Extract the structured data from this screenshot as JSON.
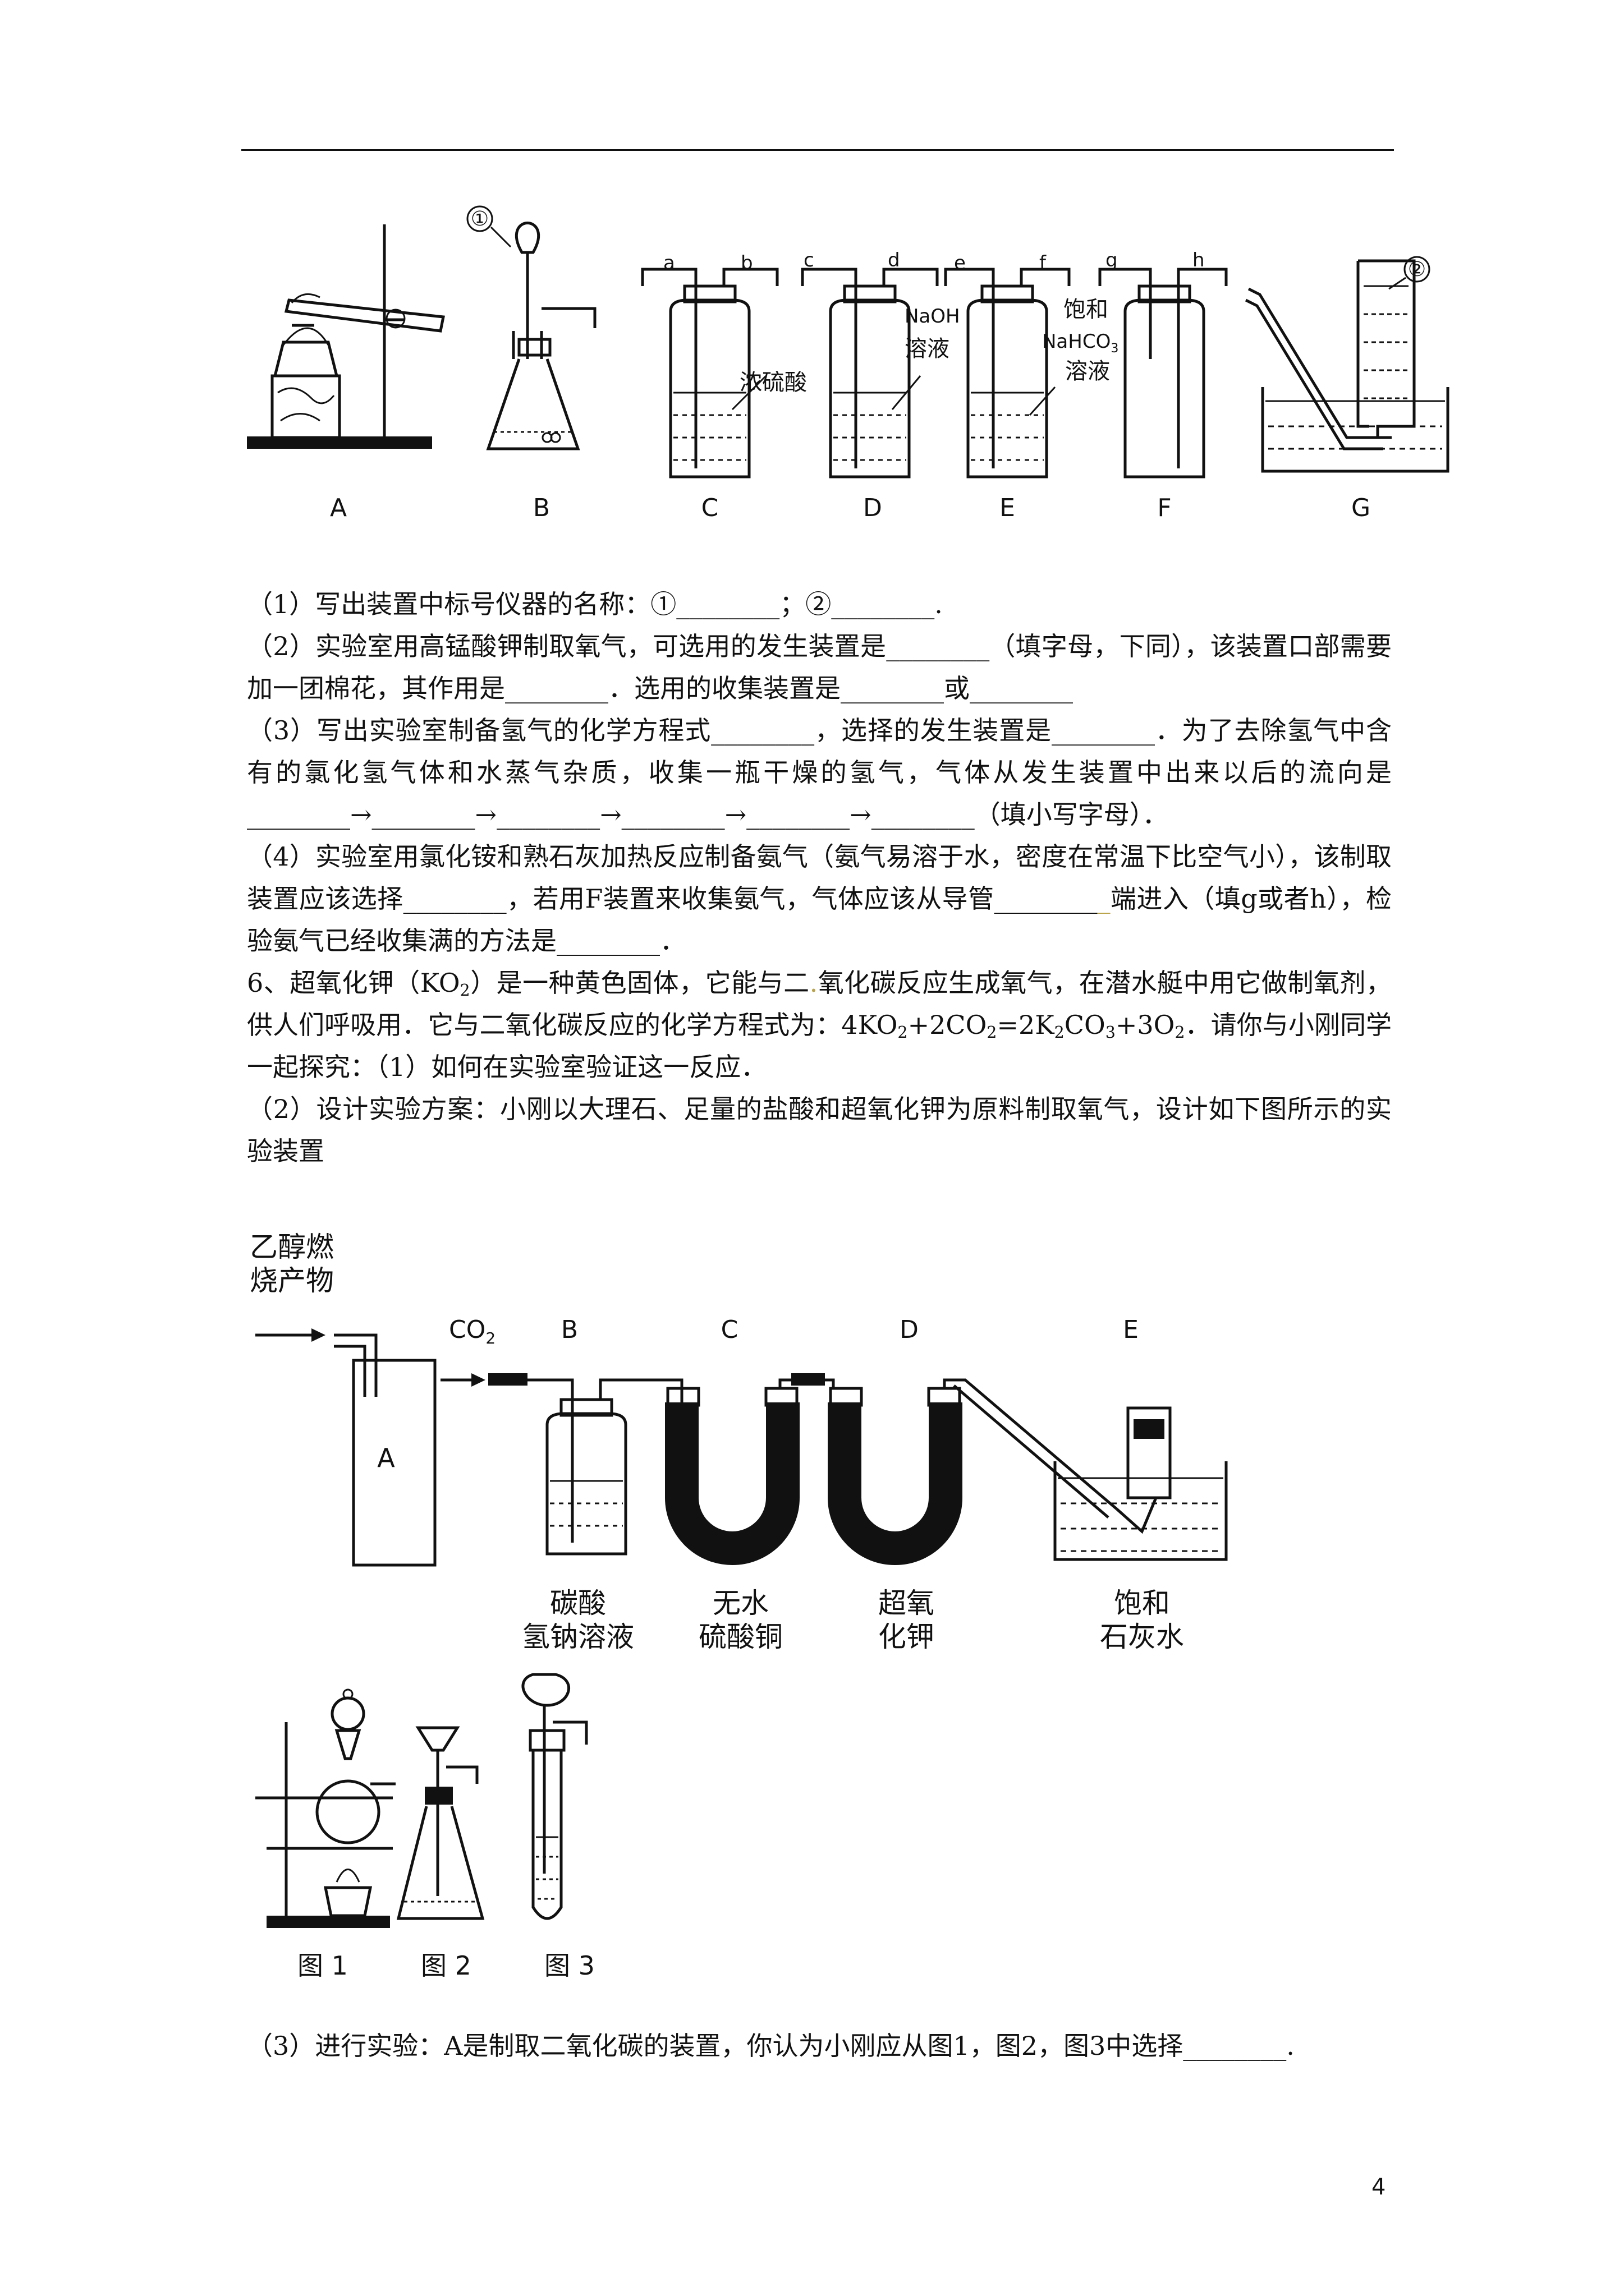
{
  "figure1": {
    "labels": [
      "A",
      "B",
      "C",
      "D",
      "E",
      "F",
      "G"
    ],
    "marker_1": "①",
    "marker_2": "②",
    "port_labels": [
      "a",
      "b",
      "c",
      "d",
      "e",
      "f",
      "g",
      "h"
    ],
    "reagent_c": "浓硫酸",
    "reagent_d_line1": "NaOH",
    "reagent_d_line2": "溶液",
    "reagent_e_line1": "饱和",
    "reagent_e_line2": "NaHCO",
    "reagent_e_sub": "3",
    "reagent_e_line3": "溶液"
  },
  "questions": {
    "q1": "（1）写出装置中标号仪器的名称：①________；②________.",
    "q2": "（2）实验室用高锰酸钾制取氧气，可选用的发生装置是________（填字母，下同），该装置口部需要加一团棉花，其作用是________．选用的收集装置是________或________",
    "q3": "（3）写出实验室制备氢气的化学方程式________，选择的发生装置是________．为了去除氢气中含有的氯化氢气体和水蒸气杂质，收集一瓶干燥的氢气，气体从发生装置中出来以后的流向是________→________→________→________→________→________（填小写字母）．",
    "q4_a": "（4）实验室用氯化铵和熟石灰加热反应制备氨气（氨气易溶于水，密度在常温下比空气小），该制取装置应该选择________，若用F装置来收集氨气，气体应该从导管________",
    "q4_mark": "_",
    "q4_b": "端进入（填g或者h），检验氨气已经收集满的方法是________．"
  },
  "problem6": {
    "p1": "6、超氧化钾（KO",
    "p1_sub": "2",
    "p2": "）是一种黄色固体，它能与二",
    "p2_mark": ".",
    "p3": "氧化碳反应生成氧气，在潜水艇中用它做制氧剂，供人们呼吸用．它与二氧化碳反应的化学方程式为：4KO",
    "p3_sub": "2",
    "p4": "+2CO",
    "p4_sub": "2",
    "p5": "=2K",
    "p5_sub": "2",
    "p6": "CO",
    "p6_sub": "3",
    "p7": "+3O",
    "p7_sub": "2",
    "p8": "．请你与小刚同学一起探究：（1）如何在实验室验证这一反应．",
    "sub2": "（2）设计实验方案：小刚以大理石、足量的盐酸和超氧化钾为原料制取氧气，设计如下图所示的实验装置",
    "sub3": "（3）进行实验：A是制取二氧化碳的装置，你认为小刚应从图1，图2，图3中选择________."
  },
  "figure2": {
    "title_line1": "乙醇燃",
    "title_line2": "烧产物",
    "co2": "CO",
    "co2_sub": "2",
    "box_a": "A",
    "labels": [
      "B",
      "C",
      "D",
      "E"
    ],
    "reagent_b": [
      "碳酸",
      "氢钠溶液"
    ],
    "reagent_c": [
      "无水",
      "硫酸铜"
    ],
    "reagent_d": [
      "超氧",
      "化钾"
    ],
    "reagent_e": [
      "饱和",
      "石灰水"
    ]
  },
  "figure3": {
    "labels": [
      "图 1",
      "图 2",
      "图 3"
    ]
  },
  "page_number": "4"
}
